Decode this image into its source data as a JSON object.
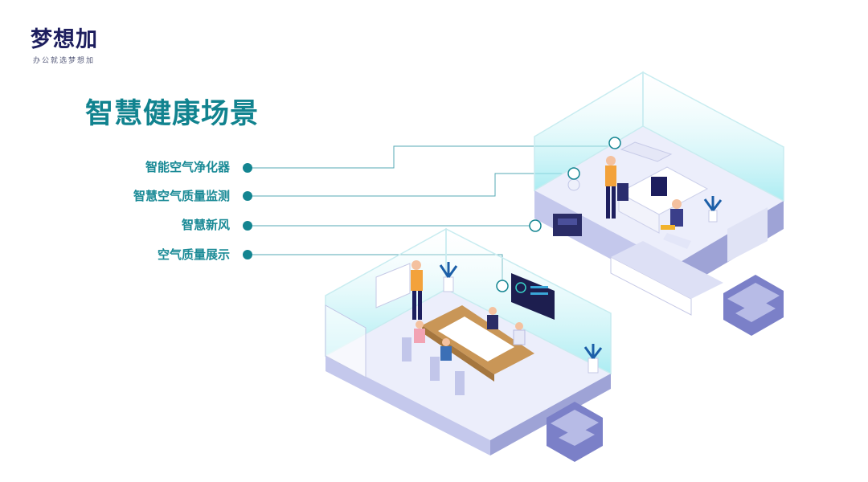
{
  "brand": {
    "name": "梦想加",
    "slogan": "办公就选梦想加"
  },
  "page_title": "智慧健康场景",
  "features": [
    {
      "label": "智能空气净化器"
    },
    {
      "label": "智慧空气质量监测"
    },
    {
      "label": "智慧新风"
    },
    {
      "label": "空气质量展示"
    }
  ],
  "colors": {
    "accent": "#11838f",
    "brand": "#1d1e5e",
    "glass": "#aeeef2",
    "floor": "#eceefb"
  }
}
